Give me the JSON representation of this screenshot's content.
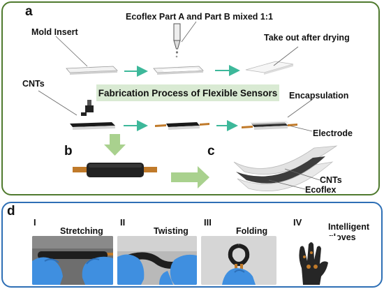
{
  "panel_a": {
    "letter": "a",
    "mixing_label": "Ecoflex Part A and Part B mixed 1:1",
    "mold_label": "Mold Insert",
    "take_out_label": "Take out after drying",
    "cnts_label": "CNTs",
    "banner": "Fabrication Process of Flexible Sensors",
    "encapsulation_label": "Encapsulation",
    "electrode_label": "Electrode"
  },
  "panel_b": {
    "letter": "b"
  },
  "panel_c": {
    "letter": "c",
    "cnts_label": "CNTs",
    "ecoflex_label": "Ecoflex"
  },
  "panel_d": {
    "letter": "d",
    "items": [
      {
        "numeral": "I",
        "label": "Stretching"
      },
      {
        "numeral": "II",
        "label": "Twisting"
      },
      {
        "numeral": "III",
        "label": "Folding"
      },
      {
        "numeral": "IV",
        "label": "Intelligent gloves"
      }
    ]
  },
  "colors": {
    "panel_a_border": "#4f7a2e",
    "panel_d_border": "#2e6fb5",
    "banner_fill": "#d9ead3",
    "arrow": "#3db89a",
    "glove": "#3f8fe0"
  },
  "icons": [
    "pipette-icon",
    "brush-icon"
  ]
}
